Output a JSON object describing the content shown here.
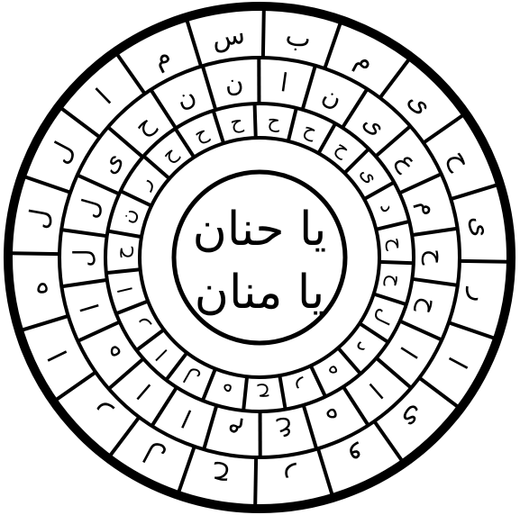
{
  "center": {
    "line1": "يا حنان",
    "line2": "يا منان"
  },
  "rings": {
    "outer": {
      "cells": [
        "ب",
        "م",
        "ى",
        "ح",
        "ى",
        "ر",
        "ا",
        "ى",
        "و",
        "ر",
        "ح",
        "ل",
        "ر",
        "ا",
        "ه",
        "ل",
        "ل",
        "ا",
        "م",
        "س"
      ]
    },
    "second": {
      "cells": [
        "ا",
        "ن",
        "ى",
        "ع",
        "م",
        "ح",
        "ح",
        "ا",
        "ا",
        "ه",
        "ع",
        "م",
        "ا",
        "ا",
        "ه",
        "ا",
        "ل",
        "ل",
        "ى",
        "ح",
        "ن",
        "ن"
      ]
    },
    "third": {
      "cells": [
        "ح",
        "ح",
        "ح",
        "ى",
        "د",
        "ح",
        "ح",
        "ل",
        "د",
        "ه",
        "ر",
        "ح",
        "ه",
        "ل",
        "ا",
        "ر",
        "ا",
        "ح",
        "ن",
        "ر",
        "ح",
        "ح",
        "ح"
      ]
    }
  }
}
